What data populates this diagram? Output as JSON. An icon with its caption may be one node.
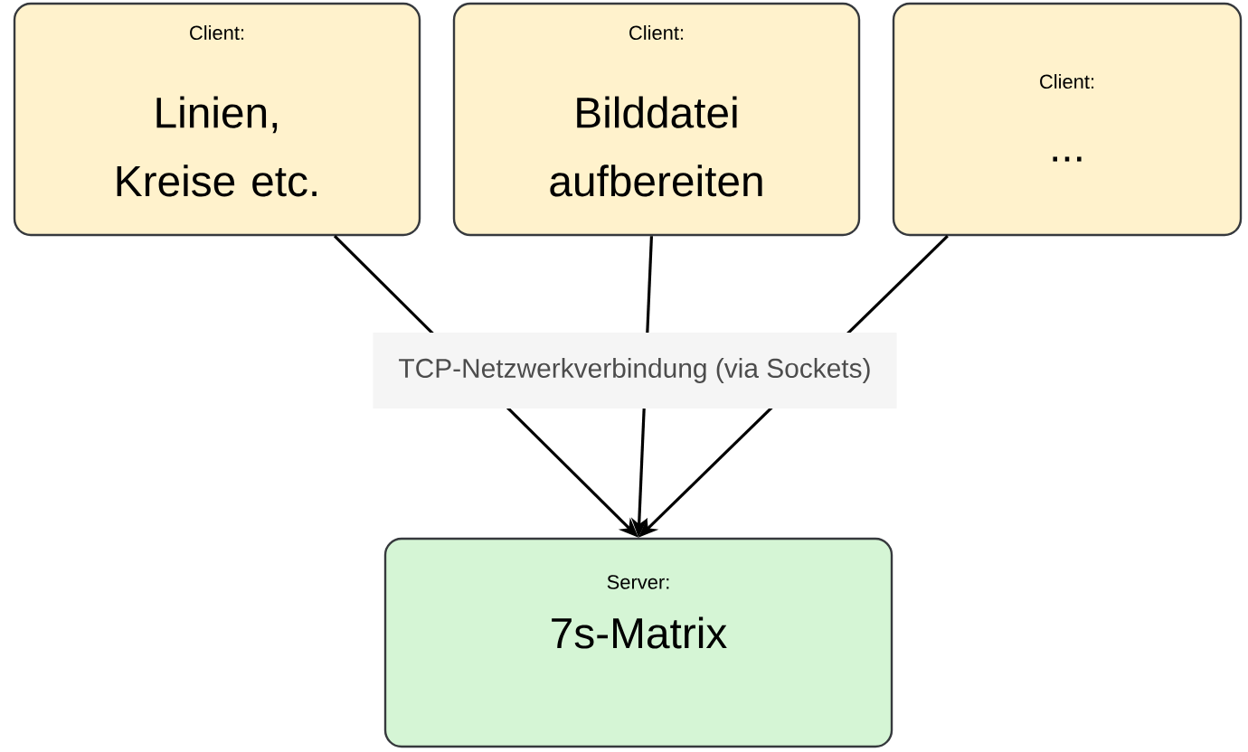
{
  "diagram": {
    "nodes": [
      {
        "text": [
          "Client:",
          "Linien, Kreise etc."
        ]
      },
      {
        "text": [
          "Client:",
          "Bilddatei aufbereiten"
        ]
      },
      {
        "text": [
          "Client:",
          "..."
        ]
      },
      {
        "text": [
          "Server:",
          "7s-Matrix"
        ]
      }
    ],
    "edges": [
      {
        "from": 0,
        "to": 3,
        "arrow": "to"
      },
      {
        "from": 1,
        "to": 3,
        "arrow": "to",
        "label": "TCP-Netzwerkverbindung (via Sockets)"
      },
      {
        "from": 2,
        "to": 3,
        "arrow": "to"
      }
    ]
  }
}
